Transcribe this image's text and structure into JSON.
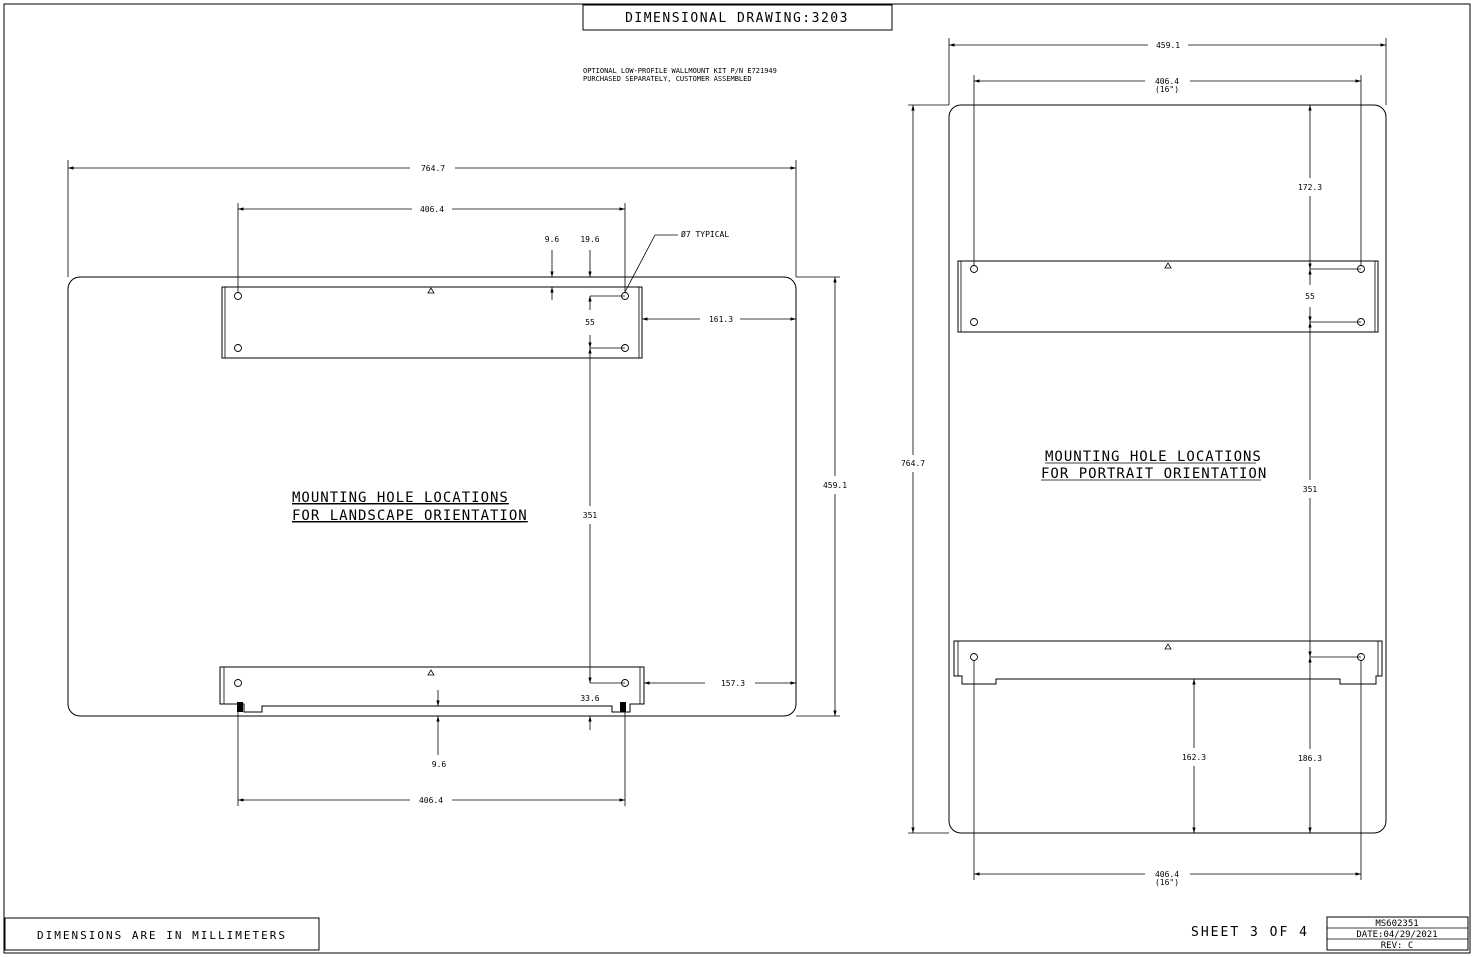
{
  "title": "DIMENSIONAL DRAWING:3203",
  "note": {
    "line1": "OPTIONAL LOW-PROFILE WALLMOUNT KIT P/N E721949",
    "line2": "PURCHASED SEPARATELY, CUSTOMER ASSEMBLED"
  },
  "landscape": {
    "label_line1": "MOUNTING HOLE LOCATIONS",
    "label_line2": "FOR LANDSCAPE ORIENTATION",
    "dims": {
      "overall_width": "764.7",
      "top_hole_spacing": "406.4",
      "offset_a": "9.6",
      "offset_b": "19.6",
      "hole_callout": "Ø7 TYPICAL",
      "top_right_offset": "161.3",
      "slot_spacing": "55",
      "vertical_spacing": "351",
      "overall_height": "459.1",
      "bottom_right_offset": "157.3",
      "bottom_offset": "33.6",
      "bottom_edge": "9.6",
      "bottom_hole_spacing": "406.4"
    }
  },
  "portrait": {
    "label_line1": "MOUNTING HOLE LOCATIONS",
    "label_line2": "FOR PORTRAIT ORIENTATION",
    "dims": {
      "overall_width": "459.1",
      "top_hole_spacing": "406.4",
      "top_hole_spacing_inch": "(16\")",
      "top_offset": "172.3",
      "slot_spacing": "55",
      "overall_height": "764.7",
      "vertical_spacing": "351",
      "bottom_left": "162.3",
      "bottom_right": "186.3",
      "bottom_hole_spacing": "406.4",
      "bottom_hole_spacing_inch": "(16\")"
    }
  },
  "footer": {
    "units": "DIMENSIONS ARE IN MILLIMETERS",
    "sheet": "SHEET 3 OF 4",
    "part_number": "MS602351",
    "date": "DATE:04/29/2021",
    "rev": "REV: C"
  }
}
